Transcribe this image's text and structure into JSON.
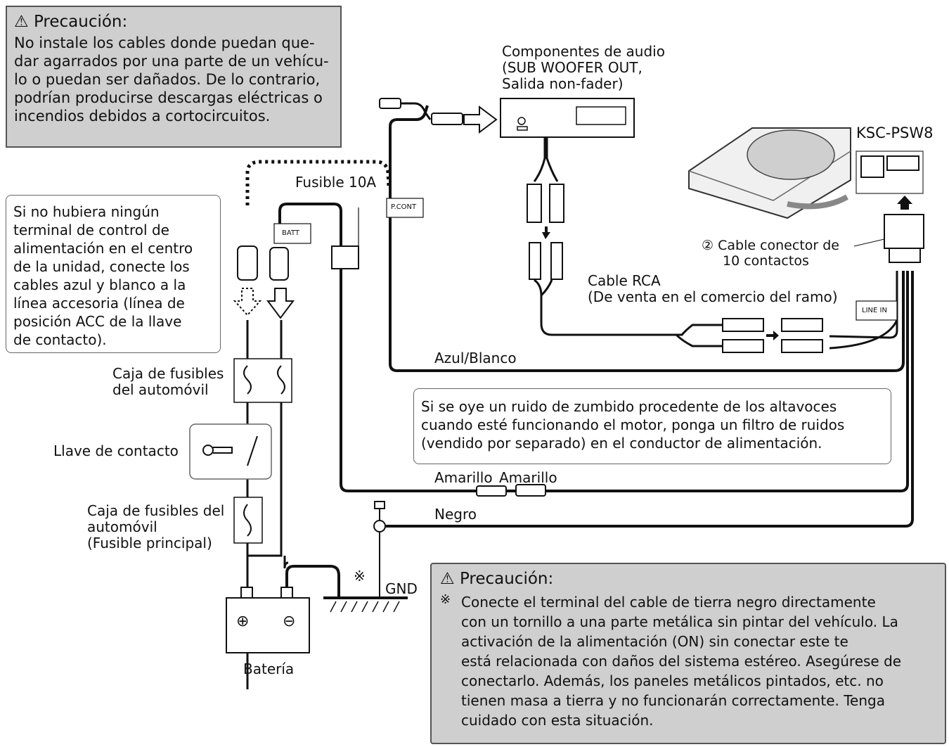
{
  "caution_top": {
    "title": "Precaución:",
    "lines": [
      "No instale los cables donde puedan que-",
      "dar agarrados por una parte de un vehícu-",
      "lo o puedan ser dañados. De lo contrario,",
      "podrían producirse descargas eléctricas o",
      "incendios debidos a cortocircuitos."
    ]
  },
  "note_left": {
    "lines": [
      "Si no hubiera ningún",
      "terminal de control de",
      "alimentación en el centro",
      "de la unidad, conecte los",
      "cables azul y blanco a la",
      "línea accesoria (línea de",
      "posición ACC de la llave",
      "de contacto)."
    ]
  },
  "note_noise": {
    "lines": [
      "Si se oye un ruido de zumbido procedente de los altavoces",
      "cuando esté funcionando el motor, ponga un filtro de ruidos",
      "(vendido por separado) en el conductor de alimentación."
    ]
  },
  "caution_bottom": {
    "title": "Precaución:",
    "mark": "※",
    "lines": [
      "Conecte el terminal del cable de tierra negro directamente",
      "con un tornillo a una parte metálica sin pintar del vehículo. La",
      "activación de la alimentación (ON) sin conectar este te",
      "está relacionada con daños del sistema estéreo. Asegúrese de",
      "conectarlo. Además, los paneles metálicos pintados, etc. no",
      "tienen masa a tierra y no funcionarán correctamente. Tenga",
      "cuidado con esta situación."
    ]
  },
  "labels": {
    "audio_components": [
      "Componentes de audio",
      "(SUB WOOFER OUT,",
      "Salida non-fader)"
    ],
    "model": "KSC-PSW8",
    "fuse_10a": "Fusible 10A",
    "pcont": "P.CONT",
    "batt": "BATT",
    "connector_num": "②",
    "connector": [
      "Cable conector de",
      "10 contactos"
    ],
    "rca": [
      "Cable RCA",
      "(De venta en el comercio del ramo)"
    ],
    "line_in": "LINE IN",
    "blue_white": "Azul/Blanco",
    "fuse_box_1": [
      "Caja de fusibles",
      "del automóvil"
    ],
    "ignition": "Llave de contacto",
    "fuse_box_2": [
      "Caja de fusibles del",
      "automóvil",
      "(Fusible principal)"
    ],
    "yellow_1": "Amarillo",
    "yellow_2": "Amarillo",
    "black": "Negro",
    "gnd_mark": "※",
    "gnd": "GND",
    "battery": "Batería",
    "plus": "⊕",
    "minus": "⊖"
  }
}
